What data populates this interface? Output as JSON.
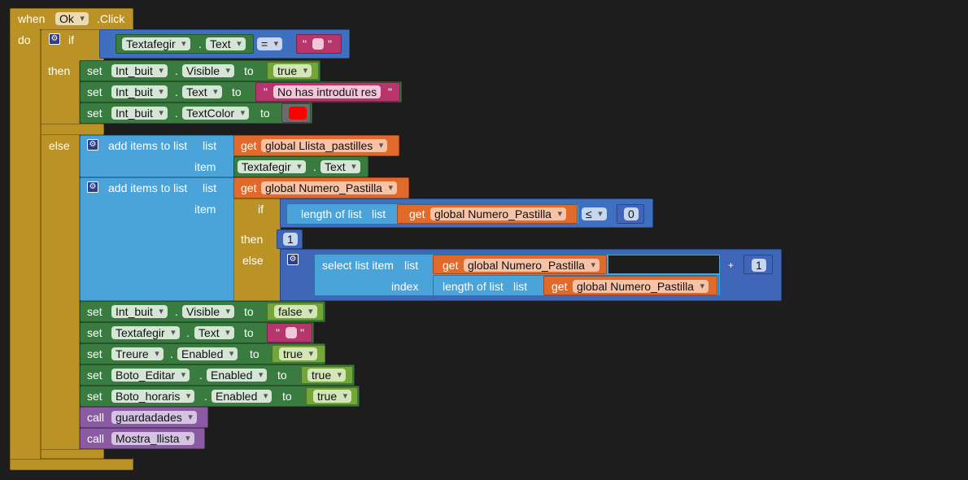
{
  "event": {
    "when": "when",
    "component": "Ok",
    "event_name": ".Click",
    "do": "do"
  },
  "if_block": {
    "if": "if",
    "then": "then",
    "else": "else"
  },
  "condition": {
    "component": "Textafegir",
    "prop": "Text",
    "op": "=",
    "quote_l": "\"",
    "quote_r": "\""
  },
  "then_stmts": [
    {
      "set": "set",
      "component": "Int_buit",
      "prop": "Visible",
      "to": "to",
      "value": "true"
    },
    {
      "set": "set",
      "component": "Int_buit",
      "prop": "Text",
      "to": "to",
      "value": "No has introduït res"
    },
    {
      "set": "set",
      "component": "Int_buit",
      "prop": "TextColor",
      "to": "to",
      "color": "#ff0000"
    }
  ],
  "add1": {
    "label": "add items to list",
    "list": "list",
    "get": "get",
    "var": "global Llista_pastilles",
    "item": "item",
    "item_comp": "Textafegir",
    "item_prop": "Text"
  },
  "add2": {
    "label": "add items to list",
    "list": "list",
    "get": "get",
    "var": "global Numero_Pastilla",
    "item": "item"
  },
  "inner_if": {
    "if": "if",
    "then": "then",
    "else": "else",
    "len_label": "length of list",
    "len_list": "list",
    "get": "get",
    "var": "global Numero_Pastilla",
    "op": "≤",
    "zero": "0",
    "one": "1",
    "sel_label": "select list item",
    "sel_list": "list",
    "sel_get": "get",
    "sel_var": "global Numero_Pastilla",
    "index": "index",
    "idx_len": "length of list",
    "idx_list": "list",
    "idx_get": "get",
    "idx_var": "global Numero_Pastilla",
    "plus": "+",
    "plus_val": "1"
  },
  "tail_stmts": [
    {
      "set": "set",
      "component": "Int_buit",
      "prop": "Visible",
      "to": "to",
      "value": "false"
    },
    {
      "set": "set",
      "component": "Textafegir",
      "prop": "Text",
      "to": "to",
      "value": ""
    },
    {
      "set": "set",
      "component": "Treure",
      "prop": "Enabled",
      "to": "to",
      "value": "true"
    },
    {
      "set": "set",
      "component": "Boto_Editar",
      "prop": "Enabled",
      "to": "to",
      "value": "true"
    },
    {
      "set": "set",
      "component": "Boto_horaris",
      "prop": "Enabled",
      "to": "to",
      "value": "true"
    }
  ],
  "calls": [
    {
      "call": "call",
      "proc": "guardadades"
    },
    {
      "call": "call",
      "proc": "Mostra_llista"
    }
  ],
  "dot": "."
}
